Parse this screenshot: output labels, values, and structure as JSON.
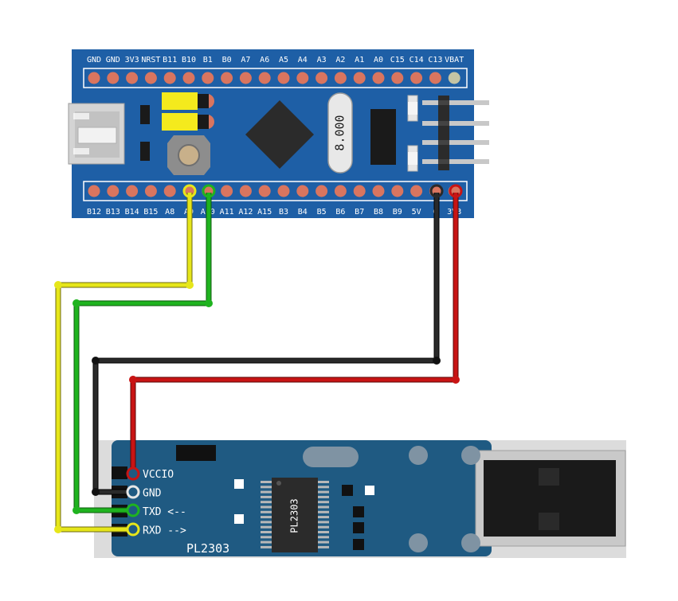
{
  "bluepill": {
    "top_pins": [
      "GND",
      "GND",
      "3V3",
      "NRST",
      "B11",
      "B10",
      "B1",
      "B0",
      "A7",
      "A6",
      "A5",
      "A4",
      "A3",
      "A2",
      "A1",
      "A0",
      "C15",
      "C14",
      "C13",
      "VBAT"
    ],
    "bottom_pins": [
      "B12",
      "B13",
      "B14",
      "B15",
      "A8",
      "A9",
      "A10",
      "A11",
      "A12",
      "A15",
      "B3",
      "B4",
      "B5",
      "B6",
      "B7",
      "B8",
      "B9",
      "5V",
      "G",
      "3V3"
    ],
    "crystal_label": "8.000",
    "colors": {
      "board": "#1e5fa6",
      "pad": "#d9755f",
      "jumper": "#f4ea1d",
      "chip": "#2b2b2b"
    }
  },
  "adapter": {
    "chip_label": "PL2303",
    "board_label": "PL2303",
    "pins": [
      "VCCIO",
      "GND",
      "TXD <--",
      "RXD -->"
    ],
    "colors": {
      "board": "#1f5a82"
    }
  },
  "wires": [
    {
      "color": "#e6e61a",
      "from": "A9",
      "to": "RXD -->"
    },
    {
      "color": "#1fb31f",
      "from": "A10",
      "to": "TXD <--"
    },
    {
      "color": "#1a1a1a",
      "from": "G",
      "to": "GND"
    },
    {
      "color": "#c81414",
      "from": "3V3",
      "to": "VCCIO"
    }
  ]
}
